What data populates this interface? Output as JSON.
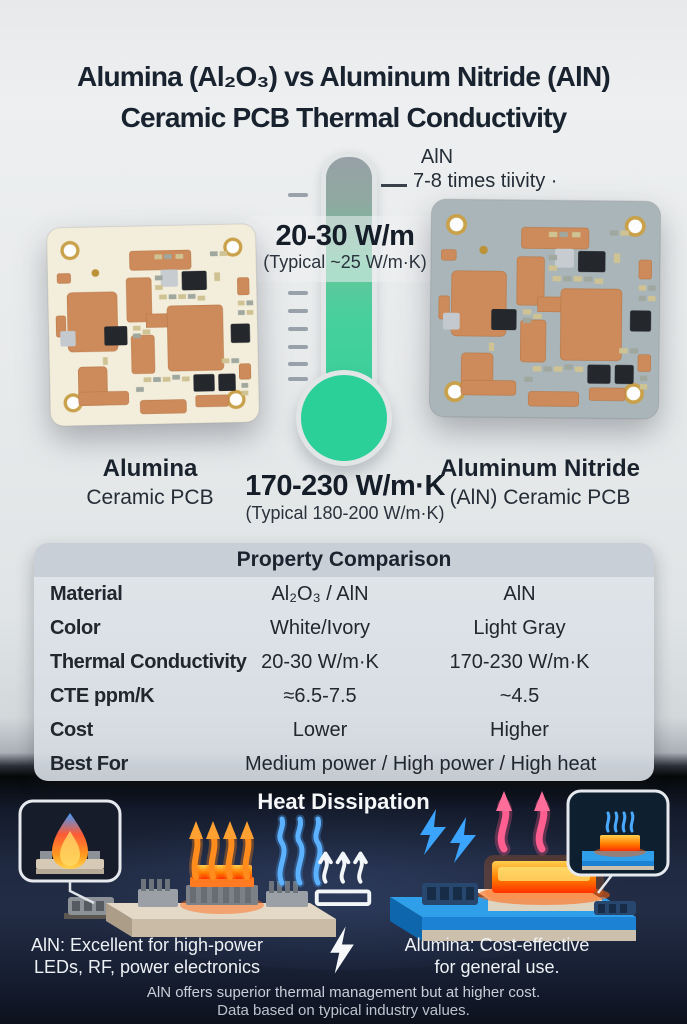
{
  "title": {
    "line1": "Alumina (Al₂O₃) vs Aluminum Nitride (AlN)",
    "line2": "Ceramic PCB Thermal Conductivity"
  },
  "thermometer": {
    "aln_label": "AlN",
    "aln_note": "7-8 times tiivity ·",
    "alumina_range": "20-30 W/m",
    "alumina_typical": "(Typical ~25 W/m·K)",
    "aln_range": "170-230 W/m·K",
    "aln_typical": "(Typical 180-200 W/m·K)"
  },
  "boards": {
    "left": {
      "name": "Alumina",
      "type": "Ceramic PCB"
    },
    "right": {
      "name": "Aluminum Nitride",
      "type": "(AlN) Ceramic PCB"
    }
  },
  "comparison": {
    "title": "Property Comparison",
    "rows": [
      {
        "label": "Material",
        "alumina": "Al₂O₃ / AlN",
        "aln": "AlN"
      },
      {
        "label": "Color",
        "alumina": "White/Ivory",
        "aln": "Light Gray"
      },
      {
        "label": "Thermal Conductivity",
        "alumina": "20-30 W/m·K",
        "aln": "170-230 W/m·K"
      },
      {
        "label": "CTE ppm/K",
        "alumina": "≈6.5-7.5",
        "aln": "~4.5"
      },
      {
        "label": "Cost",
        "alumina": "Lower",
        "aln": "Higher"
      },
      {
        "label": "Best For",
        "alumina": "Medium power / High power / High heat",
        "aln": ""
      }
    ]
  },
  "heat_section": {
    "title": "Heat Dissipation",
    "aln_caption_line1": "AlN: Excellent for high-power",
    "aln_caption_line2": "LEDs, RF, power electronics",
    "alumina_caption_line1": "Alumina: Cost-effective",
    "alumina_caption_line2": "for general use.",
    "footnote_line1": "AlN offers superior thermal management but at higher cost.",
    "footnote_line2": "Data based on typical industry values."
  },
  "icons": {
    "heat_dissipation": "heat-waves-icon",
    "lightning": "lightning-bolt-icon"
  },
  "colors": {
    "thermometer_green": "#2bd098",
    "thermometer_gray": "#97a0a6",
    "copper": "#cd8a5a",
    "alumina_board": "#f3eddc",
    "aln_board": "#a9b5b9",
    "accent_orange": "#ff8c1c",
    "accent_blue": "#4aa8ff",
    "accent_pink": "#ff5f90",
    "dark_background": "#141a28"
  }
}
